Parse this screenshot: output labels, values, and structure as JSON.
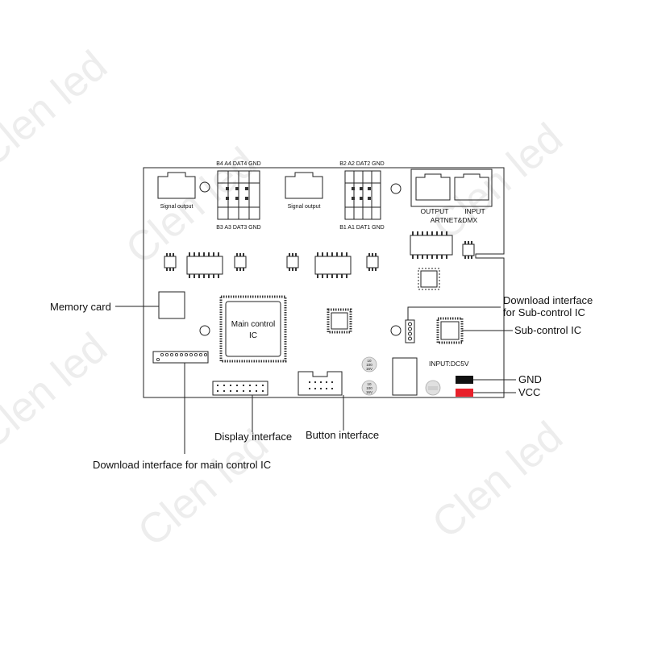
{
  "watermark": "Clen led",
  "connectors": {
    "left_rj45_label": "Signal output",
    "mid_rj45_label": "Signal output",
    "right_output_label": "OUTPUT",
    "right_input_label": "INPUT",
    "artnet_label": "ARTNET&DMX",
    "term_left_top": "B4 A4 DAT4 GND",
    "term_left_bottom": "B3 A3 DAT3 GND",
    "term_right_top": "B2 A2 DAT2 GND",
    "term_right_bottom": "B1 A1 DAT1 GND"
  },
  "board": {
    "main_ic_line1": "Main control",
    "main_ic_line2": "IC",
    "input_label": "INPUT:DC5V",
    "cap1": [
      "10",
      "100",
      "16V"
    ],
    "cap2": [
      "10",
      "100",
      "16V"
    ]
  },
  "callouts": {
    "memory_card": "Memory card",
    "download_sub_line1": "Download interface",
    "download_sub_line2": "for Sub-control IC",
    "sub_control": "Sub-control IC",
    "gnd": "GND",
    "vcc": "VCC",
    "display": "Display interface",
    "button": "Button interface",
    "download_main": "Download interface for main control IC"
  },
  "colors": {
    "gnd_terminal": "#111111",
    "vcc_terminal": "#e8202a",
    "watermark": "#ededed"
  }
}
